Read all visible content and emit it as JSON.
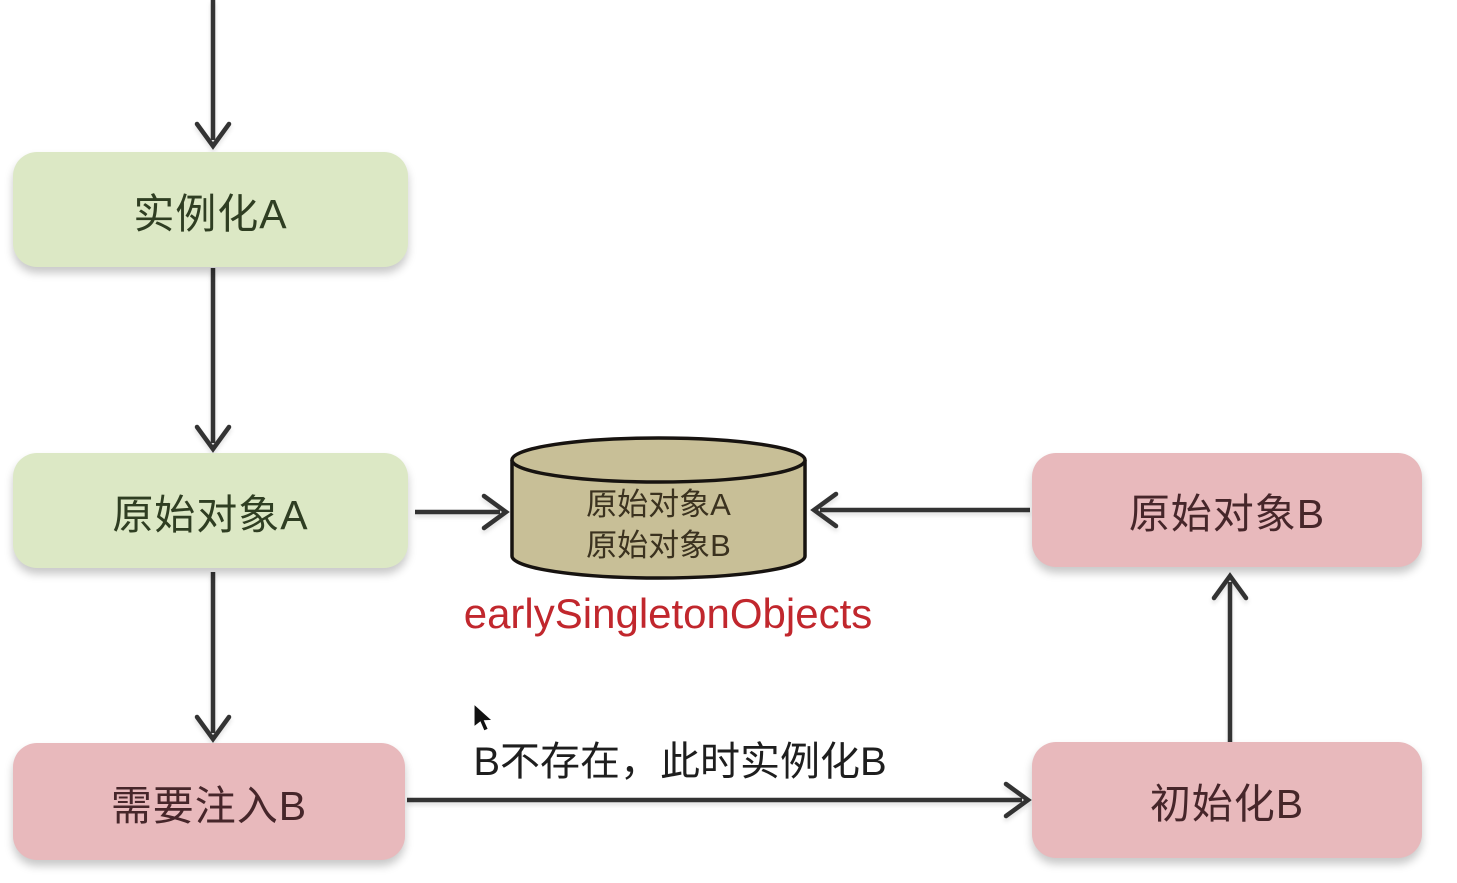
{
  "diagram": {
    "title": "spring-early-singleton-objects-flow",
    "background": "#ffffff",
    "colors": {
      "background": "#ffffff",
      "green_fill": "#dce8c5",
      "green_text": "#2f3e22",
      "pink_fill": "#e8b9bc",
      "pink_text": "#46262a",
      "cylinder_fill": "#c8bf97",
      "cylinder_stroke": "#171310",
      "cylinder_text": "#3b321f",
      "arrow_color": "#333333",
      "red_label": "#c1272d",
      "flow_label_text": "#1e1e1e"
    },
    "nodes": {
      "instantiate_a": {
        "label": "实例化A",
        "color": "green"
      },
      "raw_object_a": {
        "label": "原始对象A",
        "color": "green"
      },
      "need_inject_b": {
        "label": "需要注入B",
        "color": "pink"
      },
      "raw_object_b": {
        "label": "原始对象B",
        "color": "pink"
      },
      "initialize_b": {
        "label": "初始化B",
        "color": "pink"
      },
      "cache_cylinder": {
        "lines": [
          "原始对象A",
          "原始对象B"
        ],
        "caption": "earlySingletonObjects"
      }
    },
    "edge_label": "B不存在，此时实例化B",
    "cursor_icon": "mouse-pointer"
  }
}
